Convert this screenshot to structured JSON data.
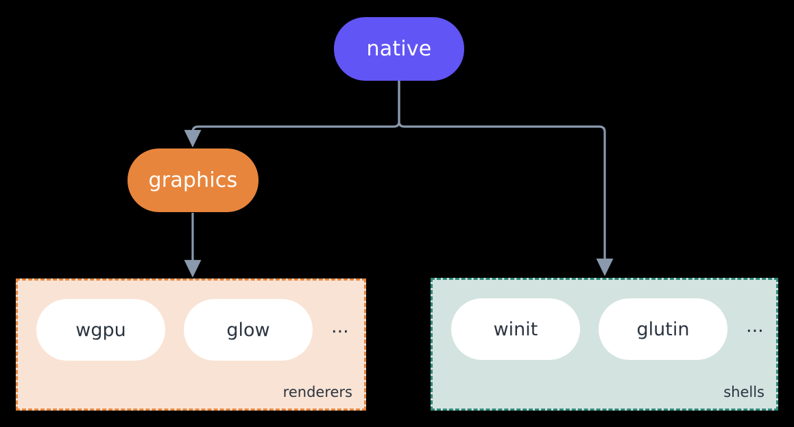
{
  "diagram": {
    "background_color": "#000000",
    "connector_color": "#8a99ad",
    "nodes": [
      {
        "id": "native",
        "label": "native",
        "color": "#6155f5",
        "text_color": "#ffffff"
      },
      {
        "id": "graphics",
        "label": "graphics",
        "color": "#e8853c",
        "text_color": "#ffffff"
      }
    ],
    "groups": [
      {
        "id": "renderers",
        "caption": "renderers",
        "fill_color": "#f9e3d4",
        "border_color": "#e8853c",
        "items": [
          {
            "label": "wgpu"
          },
          {
            "label": "glow"
          }
        ],
        "ellipsis": "..."
      },
      {
        "id": "shells",
        "caption": "shells",
        "fill_color": "#d3e3df",
        "border_color": "#2e8878",
        "items": [
          {
            "label": "winit"
          },
          {
            "label": "glutin"
          }
        ],
        "ellipsis": "..."
      }
    ],
    "edges": [
      {
        "from": "native",
        "to": "graphics",
        "style": "elbow-arrow"
      },
      {
        "from": "native",
        "to": "shells",
        "style": "elbow-arrow"
      },
      {
        "from": "graphics",
        "to": "renderers",
        "style": "straight-arrow"
      }
    ]
  }
}
